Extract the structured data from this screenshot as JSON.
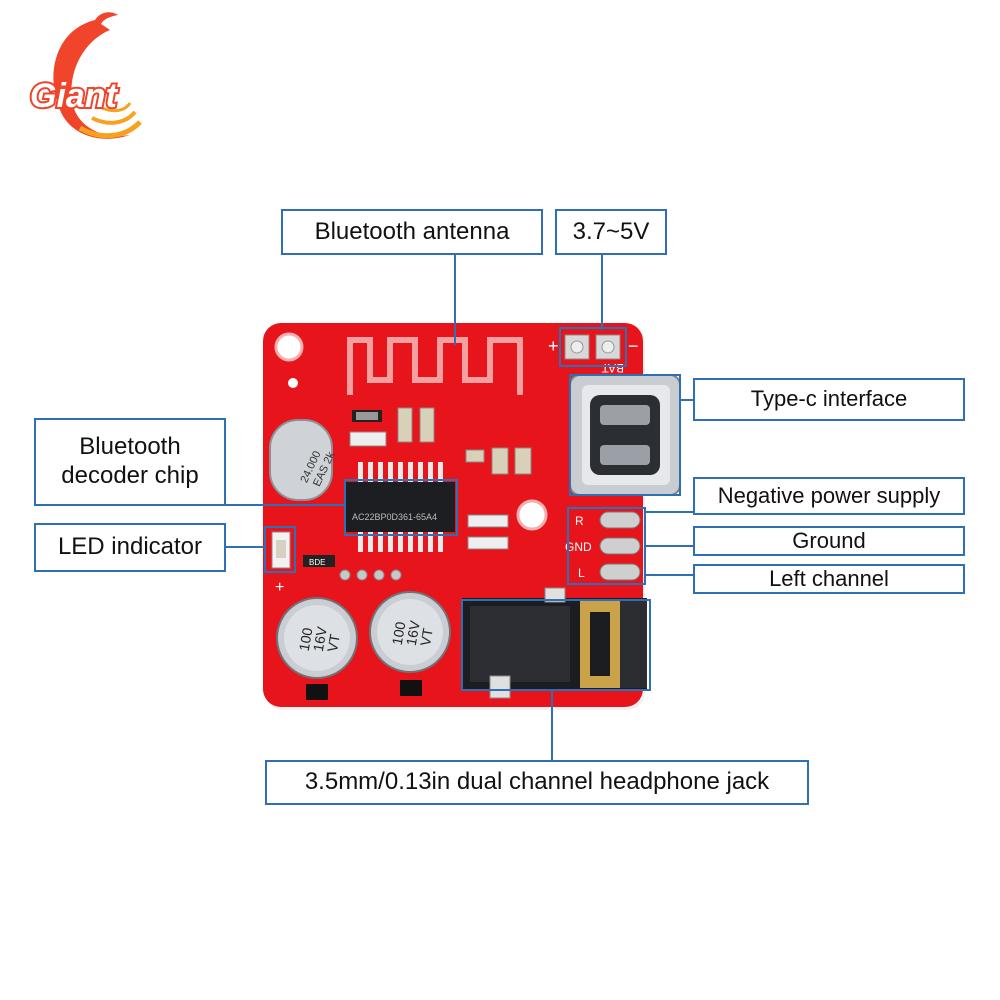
{
  "logo": {
    "text": "Giant"
  },
  "callouts": {
    "antenna": "Bluetooth antenna",
    "voltage": "3.7~5V",
    "decoder": "Bluetooth decoder chip",
    "led": "LED indicator",
    "typec": "Type-c interface",
    "negative": "Negative power supply",
    "ground": "Ground",
    "left": "Left channel",
    "jack": "3.5mm/0.13in dual channel headphone jack"
  },
  "board": {
    "pad_labels": [
      "R",
      "GND",
      "L"
    ],
    "bat_label": "BAT",
    "plus": "+",
    "minus": "−",
    "crystal": [
      "24.000",
      "EAS 2k"
    ],
    "capacitor": [
      "100",
      "16V",
      "VT"
    ],
    "chip": "AC22BP0D361-65A4",
    "led_code": "BDE"
  },
  "colors": {
    "pcb": "#e8141b",
    "callout_border": "#2f6fb3",
    "logo": "#f0452a"
  }
}
